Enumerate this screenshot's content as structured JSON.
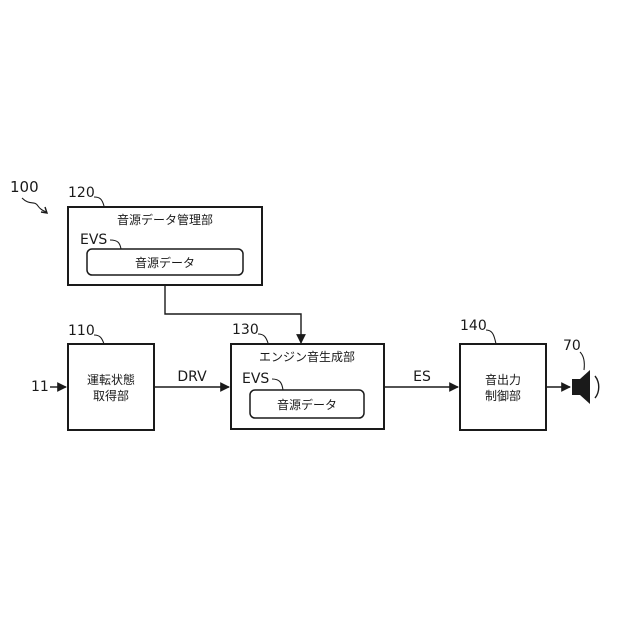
{
  "diagram": {
    "ref_system": "100",
    "source_manager": {
      "ref": "120",
      "title": "音源データ管理部",
      "evs_label": "EVS",
      "inner_label": "音源データ"
    },
    "state_acquirer": {
      "ref": "110",
      "line1": "運転状態",
      "line2": "取得部"
    },
    "engine_generator": {
      "ref": "130",
      "title": "エンジン音生成部",
      "evs_label": "EVS",
      "inner_label": "音源データ"
    },
    "sound_output": {
      "ref": "140",
      "line1": "音出力",
      "line2": "制御部"
    },
    "speaker": {
      "ref": "70",
      "icon": "speaker-icon"
    },
    "signals": {
      "input": "11",
      "drv": "DRV",
      "es": "ES"
    }
  }
}
